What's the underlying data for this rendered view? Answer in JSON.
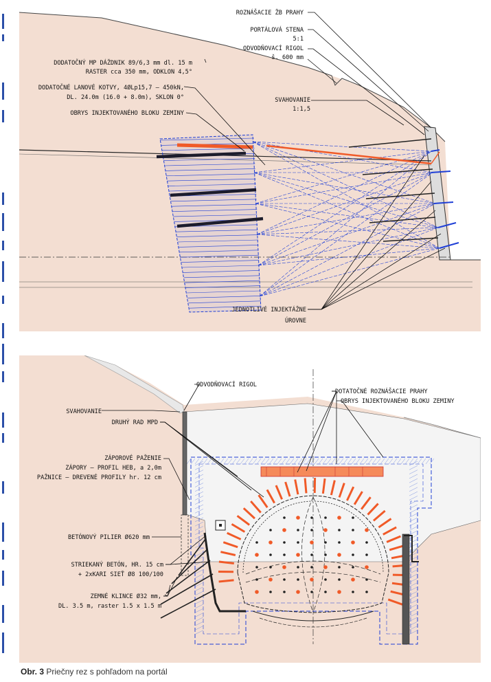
{
  "top": {
    "labels": {
      "portal_frame": "ROZNÁŠACIE ŽB PRAHY",
      "portal_wall": "PORTÁLOVÁ STENA",
      "wall_slope": "5:1",
      "drain": "ODVODŇOVACÍ RIGOL",
      "drain_width": "š. 600 mm",
      "umbrella_1": "DODATOČNÝ MP DÁŽDNIK 89/6,3 mm dl. 15 m",
      "umbrella_2": "RASTER cca 350 mm, ODKLON 4,5°",
      "anchors_1": "DODATOČNÉ LANOVÉ KOTVY, 4ØLp15,7 – 450kN,",
      "anchors_2": "DL. 24.0m (16.0 + 8.0m), SKLON 0°",
      "block_outline": "OBRYS INJEKTOVANÉHO BLOKU ZEMINY",
      "slope": "SVAHOVANIE",
      "slope_ratio": "1:1,5",
      "levels_1": "JEDNOTLIVÉ INJEKTÁŽNE",
      "levels_2": "ÚROVNE"
    }
  },
  "bottom": {
    "labels": {
      "drain": "ODVODŇOVACÍ RIGOL",
      "slope": "SVAHOVANIE",
      "second_row": "DRUHÝ RAD MPD",
      "extra_frames": "DOTATOČNÉ ROZNÁŠACIE PRAHY",
      "block_outline": "OBRYS INJEKTOVANÉHO BLOKU ZEMINY",
      "sheeting_1": "ZÁPOROVÉ PAŽENIE",
      "sheeting_2": "ZÁPORY – PROFIL HEB, a 2,0m",
      "sheeting_3": "PAŽNICE – DREVENÉ PROFILY hr. 12 cm",
      "pier": "BETÓNOVÝ PILIER Ø620 mm",
      "shotcrete_1": "STRIEKANÝ BETÓN, HR. 15 cm",
      "shotcrete_2": "+ 2xKARI SIEŤ Ø8 100/100",
      "nails_1": "ZEMNÉ KLINCE Ø32 mm,",
      "nails_2": "DL. 3.5 m, raster 1.5 x 1.5 m"
    }
  },
  "caption": {
    "number": "Obr. 3",
    "text": " Priečny rez s pohľadom na portál"
  },
  "colors": {
    "soil": "#f3ded2",
    "grout": "#1f3fd6",
    "pipe_orange": "#f05a28",
    "anchor_dark": "#1c1c2c",
    "upper_area": "#f4f4f4"
  }
}
